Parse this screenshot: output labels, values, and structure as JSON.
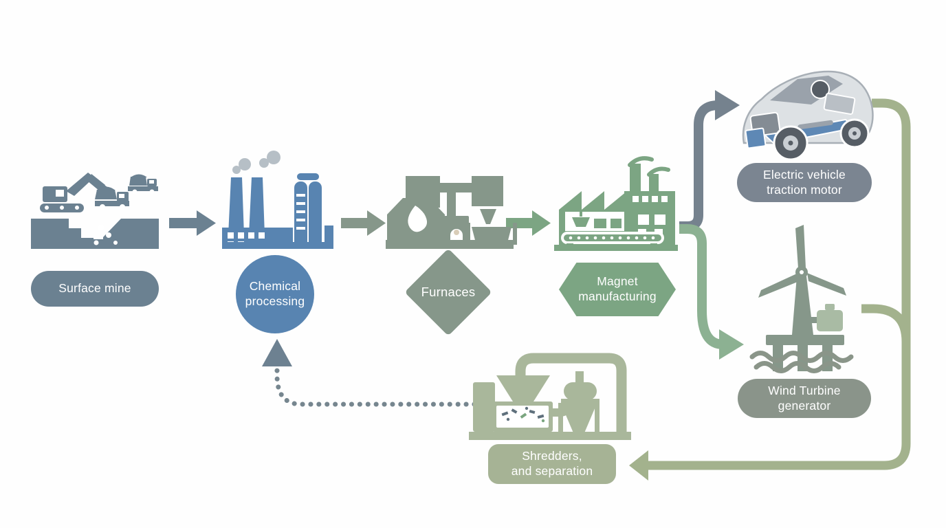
{
  "diagram": {
    "nodes": {
      "surface_mine": {
        "label": "Surface mine"
      },
      "chemical_processing": {
        "line1": "Chemical",
        "line2": "processing"
      },
      "furnaces": {
        "label": "Furnaces"
      },
      "magnet_manufacturing": {
        "line1": "Magnet",
        "line2": "manufacturing"
      },
      "electric_vehicle": {
        "line1": "Electric vehicle",
        "line2": "traction motor"
      },
      "wind_turbine": {
        "line1": "Wind Turbine",
        "line2": "generator"
      },
      "shredders": {
        "line1": "Shredders,",
        "line2": "and separation"
      }
    },
    "flows": [
      "Surface mine to Chemical processing",
      "Chemical processing to Furnaces",
      "Furnaces to Magnet manufacturing",
      "Magnet manufacturing to Electric vehicle traction motor",
      "Magnet manufacturing to Wind Turbine generator",
      "Electric vehicle traction motor to Shredders and separation",
      "Wind Turbine generator to Shredders and separation",
      "Shredders and separation to Chemical processing (dotted recycle arrow)"
    ],
    "icons": {
      "surface_mine": "surface-mine-icon",
      "chemical_processing": "chemical-plant-icon",
      "furnaces": "furnaces-icon",
      "magnet_manufacturing": "magnet-factory-icon",
      "electric_vehicle": "electric-vehicle-cutaway-icon",
      "wind_turbine": "offshore-wind-turbine-icon",
      "shredders": "shredder-separator-icon"
    },
    "palette": {
      "slate": "#6b8191",
      "blue": "#5884b1",
      "sage_gray": "#86978a",
      "green": "#7ca583",
      "light_sage": "#a9b79b",
      "loop_sage": "#a3b28d",
      "branch_gray": "#75828e",
      "branch_green": "#8cb192",
      "dotted_slate": "#76868f",
      "dotted_head": "#6d8191",
      "smoke_gray": "#b6bfc6",
      "battery_blue": "#5e88b5",
      "car_body": "#dde1e4",
      "car_glass": "#9aa2ab",
      "wheel_dark": "#565d65",
      "turbine_green": "#a9bba4"
    }
  }
}
